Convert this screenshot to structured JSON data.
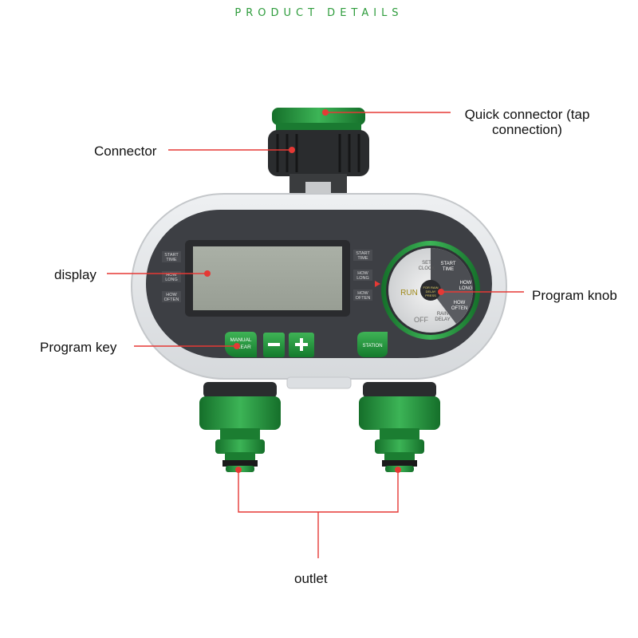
{
  "header": {
    "title": "PRODUCT DETAILS"
  },
  "callouts": {
    "quick_connector": "Quick connector (tap connection)",
    "quick_connector_line1": "Quick connector (tap",
    "quick_connector_line2": "connection)",
    "connector": "Connector",
    "display": "display",
    "program_knob": "Program knob",
    "program_key": "Program key",
    "outlet": "outlet"
  },
  "device": {
    "side_labels_left": [
      "START TIME",
      "HOW LONG",
      "HOW OFTEN"
    ],
    "side_labels_right": [
      "START TIME",
      "HOW LONG",
      "HOW OFTEN"
    ],
    "buttons": {
      "manual": "MANUAL",
      "clear": "CLEAR",
      "minus": "−",
      "plus": "+",
      "station": "STATION"
    },
    "knob": {
      "run": "RUN",
      "off": "OFF",
      "set_clock": "SET CLOCK",
      "start_time": "START TIME",
      "how_long": "HOW LONG",
      "how_often": "HOW OFTEN",
      "rain_delay": "RAIN DELAY",
      "center": "FOR RAIN DELAY PRESS"
    }
  },
  "colors": {
    "accent": "#2e9c3c",
    "callout": "#e53935",
    "body": "#3d3f44",
    "green": "#1f8a3a"
  }
}
